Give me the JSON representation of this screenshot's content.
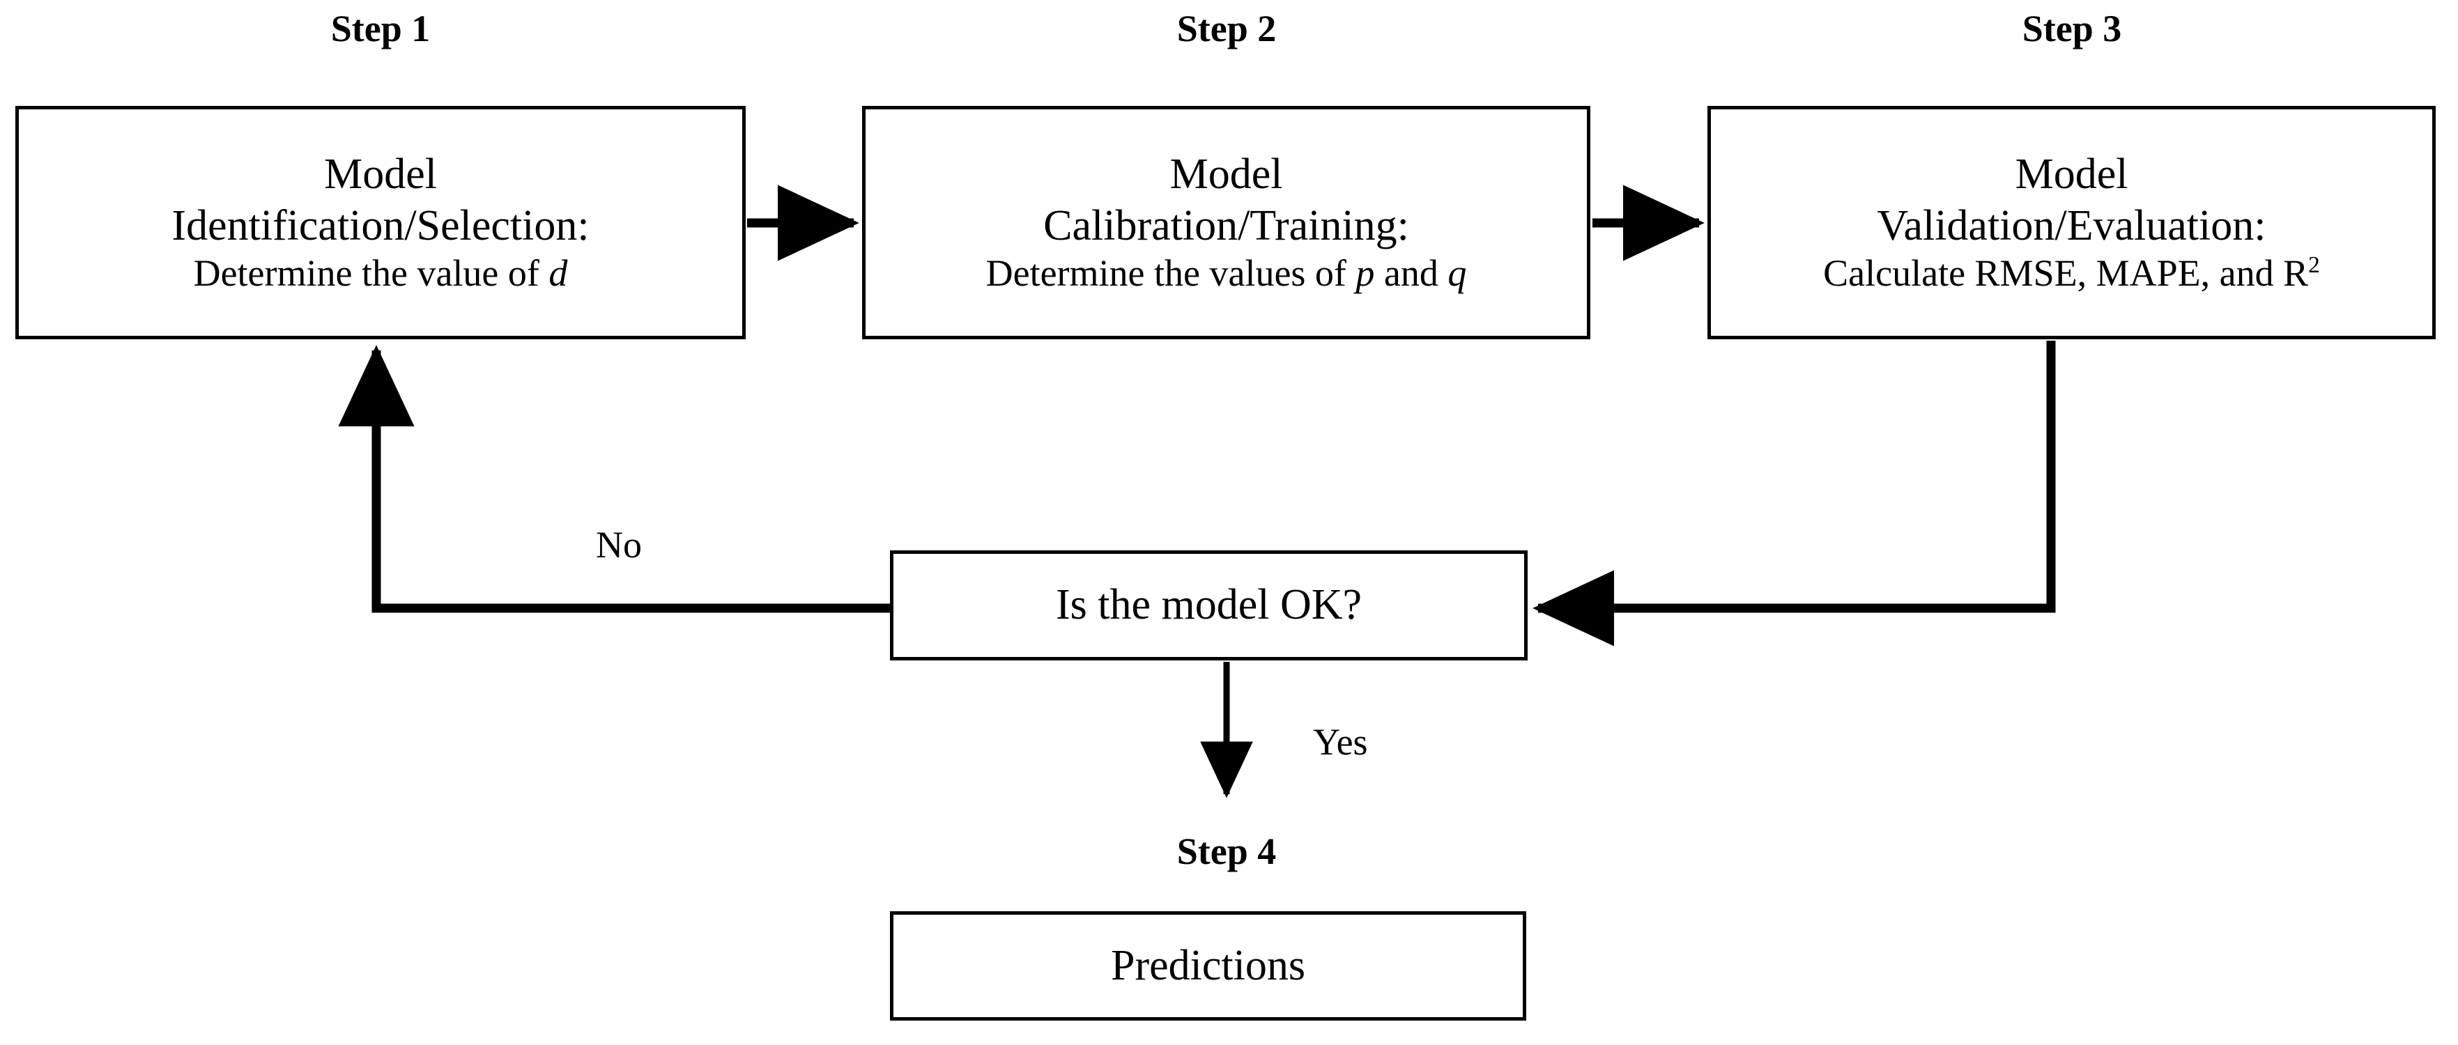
{
  "diagram": {
    "title": "ARIMA modelling workflow flowchart",
    "stroke_color": "#000000",
    "background_color": "#ffffff",
    "captions": {
      "step1": "Step 1",
      "step2": "Step 2",
      "step3": "Step 3",
      "step4": "Step 4"
    },
    "nodes": {
      "step1": {
        "line1": "Model",
        "line2": "Identification/Selection:",
        "line3_prefix": "Determine the value of ",
        "line3_var": "d"
      },
      "step2": {
        "line1": "Model",
        "line2": "Calibration/Training:",
        "line3_prefix": "Determine the values of ",
        "line3_var1": "p",
        "line3_mid": " and ",
        "line3_var2": "q"
      },
      "step3": {
        "line1": "Model",
        "line2": "Validation/Evaluation:",
        "line3_prefix": "Calculate RMSE, MAPE,  and R",
        "line3_sup": "2"
      },
      "decision": {
        "label": "Is the model OK?"
      },
      "predictions": {
        "label": "Predictions"
      }
    },
    "edges": {
      "step1_to_step2": "",
      "step2_to_step3": "",
      "step3_to_decision": "",
      "decision_no_to_step1": "No",
      "decision_yes_to_predictions": "Yes"
    }
  }
}
